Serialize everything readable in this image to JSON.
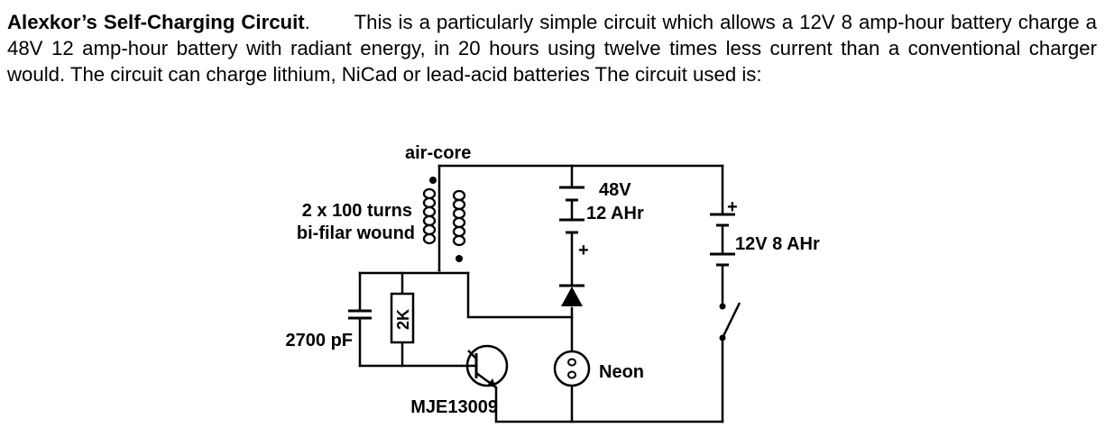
{
  "intro": {
    "heading": "Alexkor’s Self-Charging Circuit",
    "heading_punct": ".",
    "body": "This is a particularly simple circuit which allows a 12V 8 amp-hour battery charge a 48V 12 amp-hour battery with radiant energy, in 20 hours using twelve times less current than a conventional charger would.  The circuit can charge lithium, NiCad or lead-acid batteries  The circuit used is:"
  },
  "diagram": {
    "coil_core": "air-core",
    "coil_turns": "2 x 100 turns",
    "coil_wound": "bi-filar wound",
    "capacitor": "2700 pF",
    "resistor": "2K",
    "transistor": "MJE13009",
    "battery_48_voltage": "48V",
    "battery_48_capacity": "12 AHr",
    "battery_48_plus": "+",
    "battery_12": "12V 8 AHr",
    "battery_12_plus": "+",
    "lamp": "Neon"
  }
}
